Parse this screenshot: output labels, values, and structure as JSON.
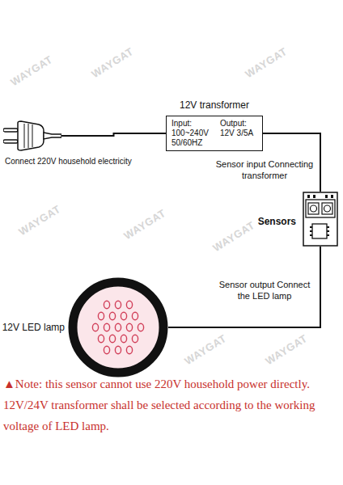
{
  "diagram": {
    "nodes": [
      {
        "text": [
          "Connect 220V household electricity"
        ]
      },
      {
        "text": [
          "12V transformer",
          "Input: 100~240V 50/60HZ",
          "Output: 12V 3/5A"
        ]
      },
      {
        "text": [
          "Sensors"
        ]
      },
      {
        "text": [
          "12V LED lamp"
        ]
      }
    ],
    "edges": [
      {
        "from": 0,
        "to": 1,
        "arrow": "none"
      },
      {
        "from": 1,
        "to": 2,
        "label": "Sensor input Connecting transformer",
        "arrow": "none"
      },
      {
        "from": 2,
        "to": 3,
        "label": "Sensor output Connect the LED lamp",
        "arrow": "none"
      }
    ],
    "labels": [
      "▲Note: this sensor cannot use 220V household power directly. 12V/24V transformer shall be selected according to the working voltage of LED lamp.",
      "WAYGAT",
      "WAYGAT",
      "WAYGAT",
      "WAYGAT",
      "WAYGAT",
      "WAYGAT",
      "WAYGAT",
      "WAYGAT"
    ]
  }
}
